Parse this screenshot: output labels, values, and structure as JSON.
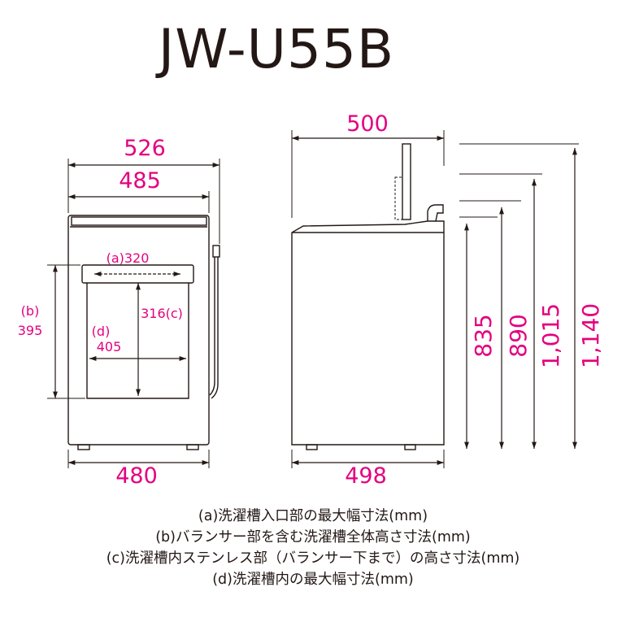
{
  "title": "JW-U55B",
  "front_view": {
    "top_width": "526",
    "body_width": "485",
    "base_width": "480",
    "label_a": "(a)320",
    "label_b_letter": "(b)",
    "label_b_value": "395",
    "label_c": "316(c)",
    "label_d_letter": "(d)",
    "label_d_value": "405"
  },
  "side_view": {
    "top_depth": "500",
    "base_depth": "498",
    "heights": [
      "835",
      "890",
      "1,015",
      "1,140"
    ]
  },
  "legend": [
    "(a)洗濯槽入口部の最大幅寸法(mm)",
    "(b)バランサー部を含む洗濯槽全体高さ寸法(mm)",
    "(c)洗濯槽内ステンレス部（バランサー下まで）の高さ寸法(mm)",
    "(d)洗濯槽内の最大幅寸法(mm)"
  ],
  "colors": {
    "dimension": "#e4007f",
    "outline": "#231815"
  }
}
